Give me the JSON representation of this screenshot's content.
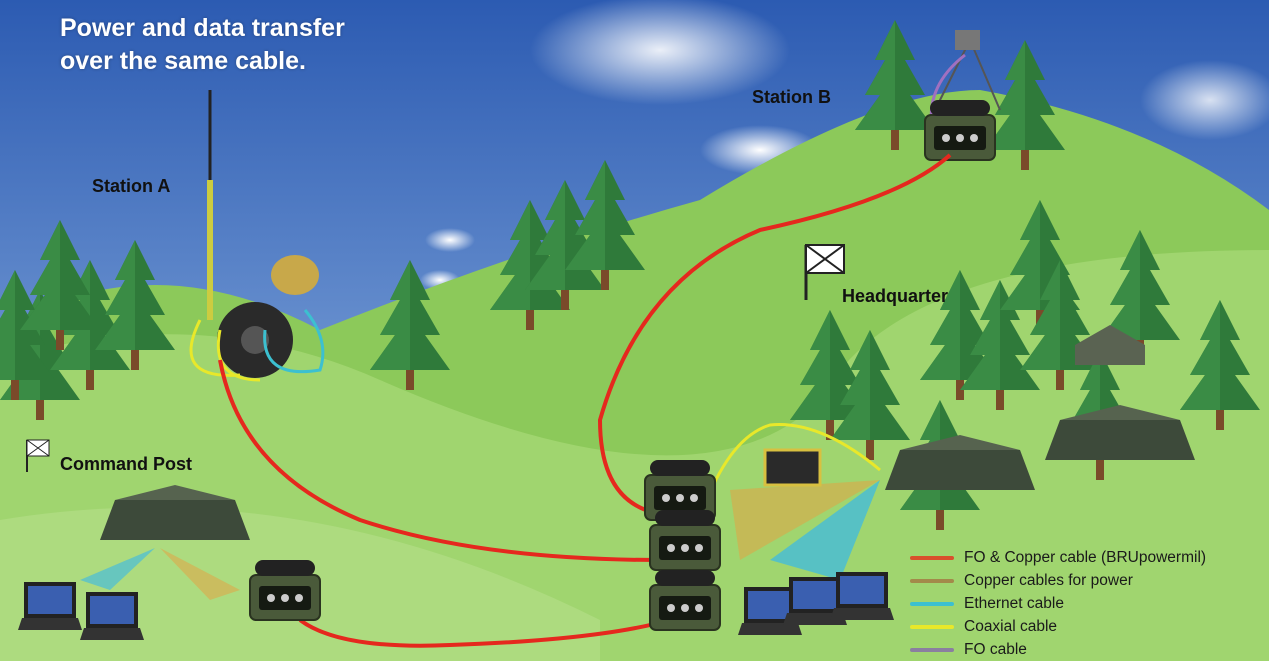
{
  "title": [
    "Power and data transfer",
    "over the same cable."
  ],
  "labels": {
    "station_a": "Station A",
    "station_b": "Station B",
    "headquarter": "Headquarter",
    "command_post": "Command Post"
  },
  "legend": [
    {
      "label": "FO & Copper cable (BRUpowermil)",
      "color": "#d9502c"
    },
    {
      "label": "Copper cables for power",
      "color": "#a38a4a"
    },
    {
      "label": "Ethernet cable",
      "color": "#3cc0d0"
    },
    {
      "label": "Coaxial cable",
      "color": "#e8e82a"
    },
    {
      "label": "FO cable",
      "color": "#8a7fa0"
    }
  ],
  "colors": {
    "sky_top": "#2f5fb5",
    "sky_bottom": "#8fb6e6",
    "hill": "#9ad46a",
    "hill_light": "#b5e28a",
    "tree": "#2f7a3a",
    "red_cable": "#e5281e"
  }
}
